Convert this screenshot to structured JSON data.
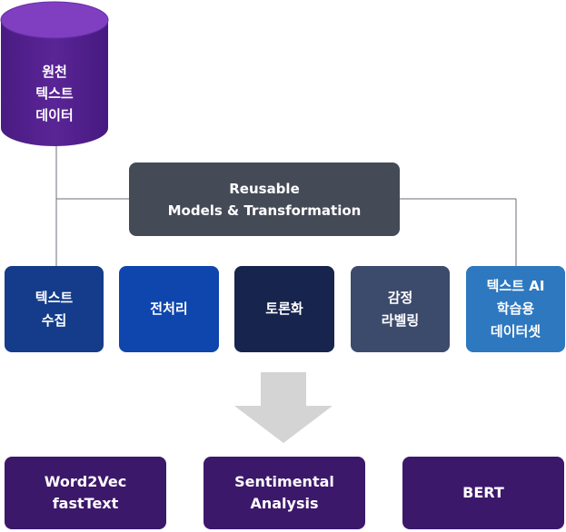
{
  "source": {
    "lines": [
      "원천",
      "텍스트",
      "데이터"
    ]
  },
  "hub": {
    "lines": [
      "Reusable",
      "Models & Transformation"
    ]
  },
  "steps": [
    {
      "lines": [
        "텍스트",
        "수집"
      ]
    },
    {
      "lines": [
        "전처리"
      ]
    },
    {
      "lines": [
        "토론화"
      ]
    },
    {
      "lines": [
        "감정",
        "라벨링"
      ]
    },
    {
      "lines": [
        "텍스트 AI",
        "학습용",
        "데이터셋"
      ]
    }
  ],
  "models": [
    {
      "lines": [
        "Word2Vec",
        "fastText"
      ]
    },
    {
      "lines": [
        "Sentimental",
        "Analysis"
      ]
    },
    {
      "lines": [
        "BERT"
      ]
    }
  ],
  "colors": {
    "cylinder_top": "#7f3fc0",
    "cylinder_body": "#4f1e88",
    "hub": "#454a57",
    "step_1": "#143c8a",
    "step_2": "#0f46ad",
    "step_3": "#17244d",
    "step_4": "#3c4a6c",
    "step_5": "#2e78c0",
    "model": "#3c186b",
    "arrow": "#d4d4d4",
    "connector": "#6b6f78"
  }
}
